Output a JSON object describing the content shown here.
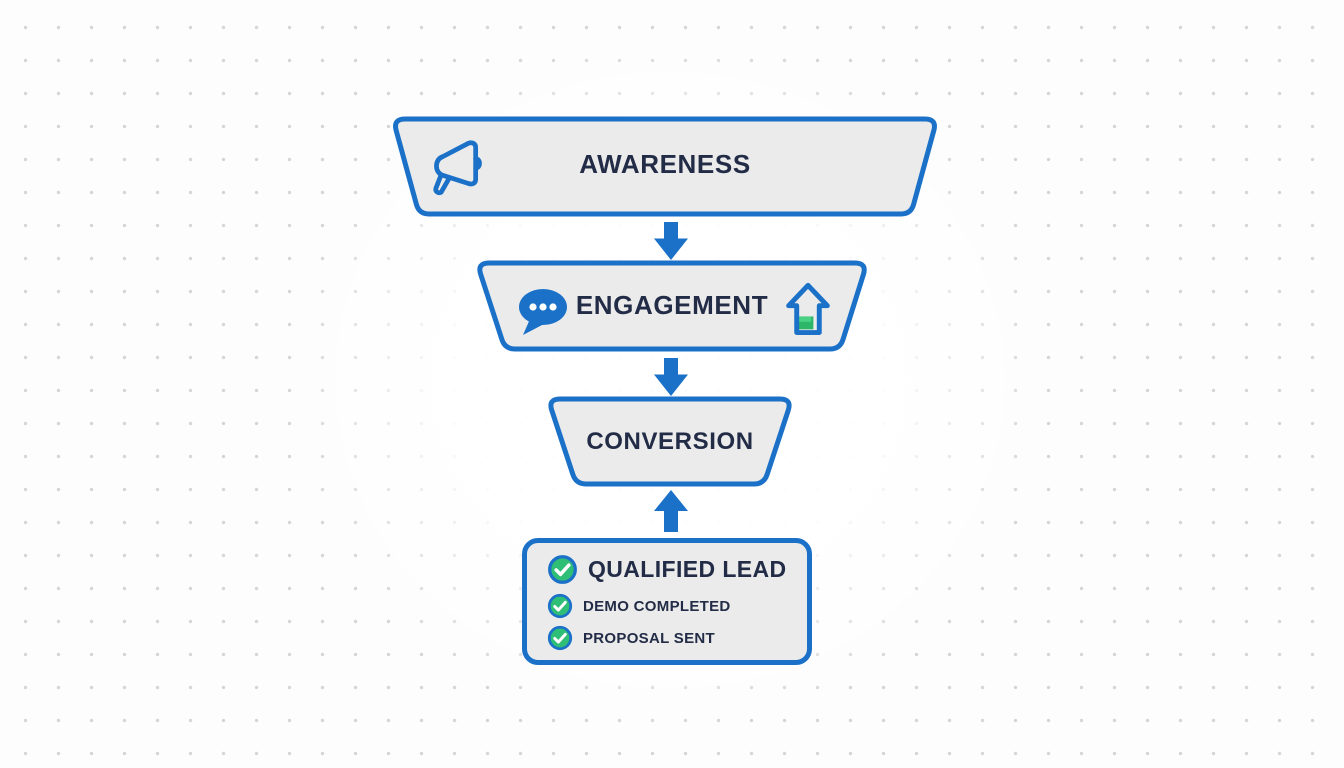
{
  "background": {
    "pattern": "dot-grid",
    "dot_color": "#d6d6d6"
  },
  "colors": {
    "accent_blue": "#1b71c8",
    "panel_fill": "#ebebeb",
    "text_dark": "#232c47",
    "check_green": "#2fbe76"
  },
  "funnel": {
    "stages": [
      {
        "label": "AWARENESS",
        "icons": [
          "megaphone-icon"
        ]
      },
      {
        "label": "ENGAGEMENT",
        "icons": [
          "chat-bubble-icon",
          "arrow-up-box-icon"
        ]
      },
      {
        "label": "CONVERSION",
        "icons": []
      }
    ],
    "arrows": [
      {
        "direction": "down"
      },
      {
        "direction": "down"
      },
      {
        "direction": "up"
      }
    ],
    "lead_card": {
      "title": "QUALIFIED LEAD",
      "items": [
        {
          "label": "DEMO COMPLETED",
          "checked": true
        },
        {
          "label": "PROPOSAL SENT",
          "checked": true
        }
      ]
    }
  }
}
